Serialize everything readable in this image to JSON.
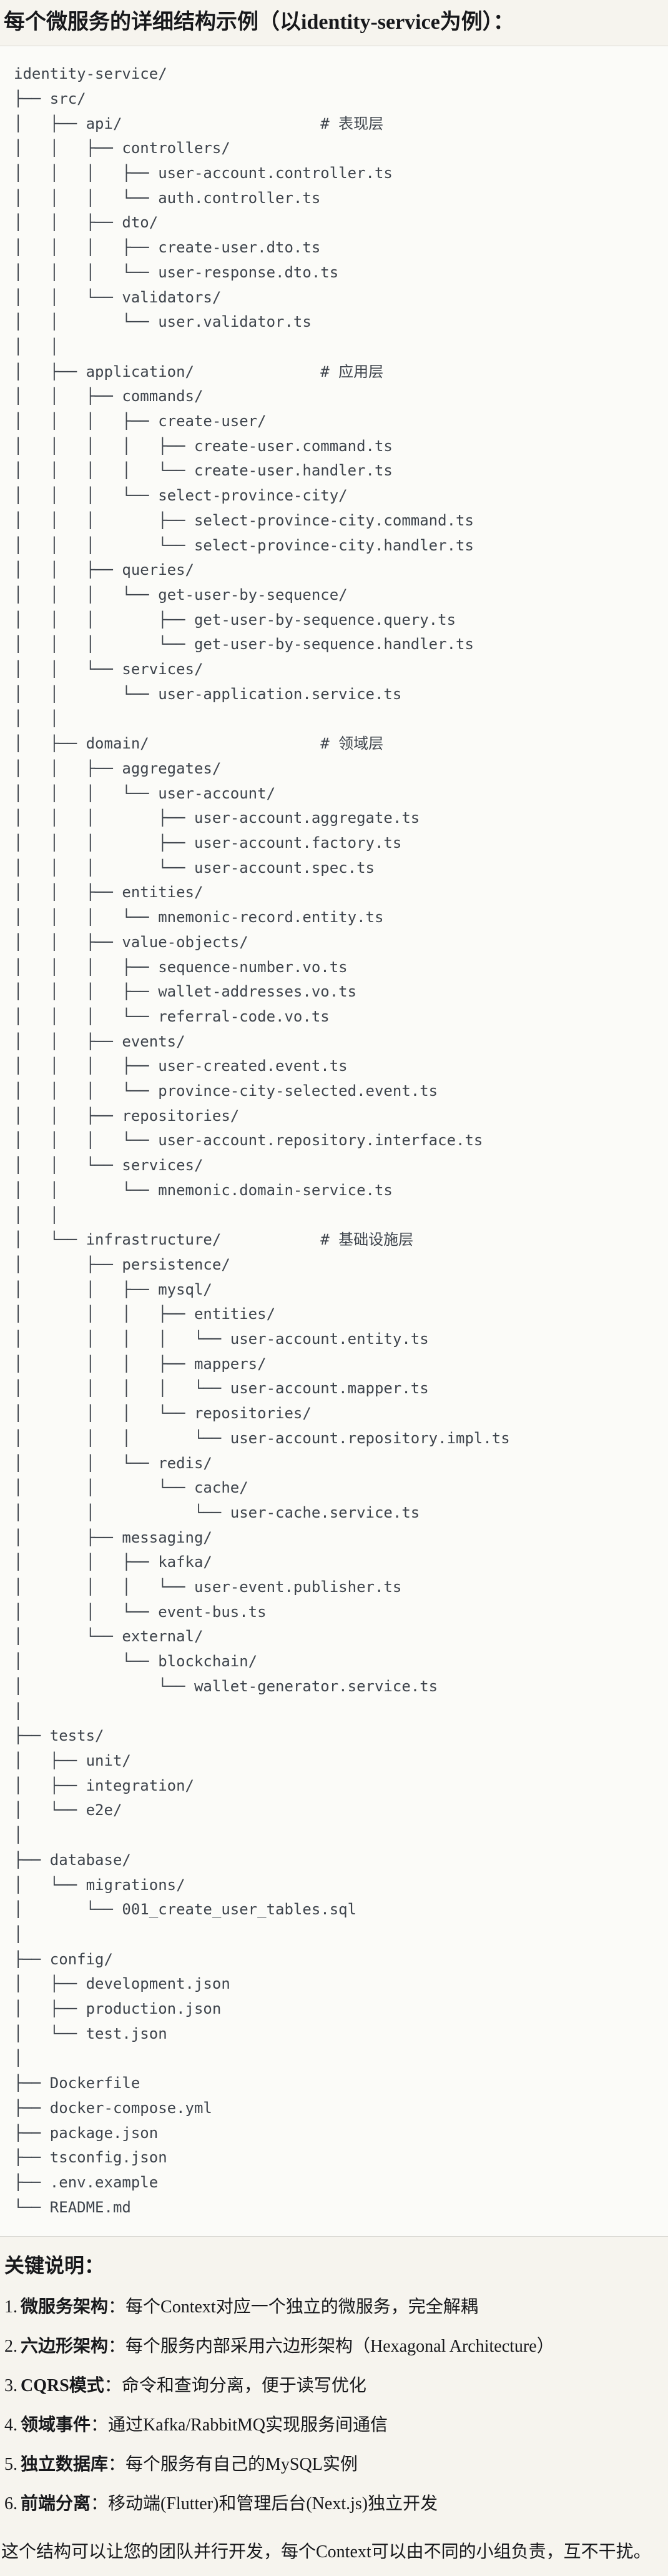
{
  "page": {
    "title": "每个微服务的详细结构示例（以identity-service为例）："
  },
  "colors": {
    "page_bg": "#f6f4ee",
    "code_bg": "#fbfbf8",
    "divider": "#d9d8d3",
    "tree_text": "#3e444c",
    "body_text": "#17181b"
  },
  "tree": {
    "lines": [
      "identity-service/",
      "├── src/",
      "│   ├── api/                      # 表现层",
      "│   │   ├── controllers/",
      "│   │   │   ├── user-account.controller.ts",
      "│   │   │   └── auth.controller.ts",
      "│   │   ├── dto/",
      "│   │   │   ├── create-user.dto.ts",
      "│   │   │   └── user-response.dto.ts",
      "│   │   └── validators/",
      "│   │       └── user.validator.ts",
      "│   │",
      "│   ├── application/              # 应用层",
      "│   │   ├── commands/",
      "│   │   │   ├── create-user/",
      "│   │   │   │   ├── create-user.command.ts",
      "│   │   │   │   └── create-user.handler.ts",
      "│   │   │   └── select-province-city/",
      "│   │   │       ├── select-province-city.command.ts",
      "│   │   │       └── select-province-city.handler.ts",
      "│   │   ├── queries/",
      "│   │   │   └── get-user-by-sequence/",
      "│   │   │       ├── get-user-by-sequence.query.ts",
      "│   │   │       └── get-user-by-sequence.handler.ts",
      "│   │   └── services/",
      "│   │       └── user-application.service.ts",
      "│   │",
      "│   ├── domain/                   # 领域层",
      "│   │   ├── aggregates/",
      "│   │   │   └── user-account/",
      "│   │   │       ├── user-account.aggregate.ts",
      "│   │   │       ├── user-account.factory.ts",
      "│   │   │       └── user-account.spec.ts",
      "│   │   ├── entities/",
      "│   │   │   └── mnemonic-record.entity.ts",
      "│   │   ├── value-objects/",
      "│   │   │   ├── sequence-number.vo.ts",
      "│   │   │   ├── wallet-addresses.vo.ts",
      "│   │   │   └── referral-code.vo.ts",
      "│   │   ├── events/",
      "│   │   │   ├── user-created.event.ts",
      "│   │   │   └── province-city-selected.event.ts",
      "│   │   ├── repositories/",
      "│   │   │   └── user-account.repository.interface.ts",
      "│   │   └── services/",
      "│   │       └── mnemonic.domain-service.ts",
      "│   │",
      "│   └── infrastructure/           # 基础设施层",
      "│       ├── persistence/",
      "│       │   ├── mysql/",
      "│       │   │   ├── entities/",
      "│       │   │   │   └── user-account.entity.ts",
      "│       │   │   ├── mappers/",
      "│       │   │   │   └── user-account.mapper.ts",
      "│       │   │   └── repositories/",
      "│       │   │       └── user-account.repository.impl.ts",
      "│       │   └── redis/",
      "│       │       └── cache/",
      "│       │           └── user-cache.service.ts",
      "│       ├── messaging/",
      "│       │   ├── kafka/",
      "│       │   │   └── user-event.publisher.ts",
      "│       │   └── event-bus.ts",
      "│       └── external/",
      "│           └── blockchain/",
      "│               └── wallet-generator.service.ts",
      "│",
      "├── tests/",
      "│   ├── unit/",
      "│   ├── integration/",
      "│   └── e2e/",
      "│",
      "├── database/",
      "│   └── migrations/",
      "│       └── 001_create_user_tables.sql",
      "│",
      "├── config/",
      "│   ├── development.json",
      "│   ├── production.json",
      "│   └── test.json",
      "│",
      "├── Dockerfile",
      "├── docker-compose.yml",
      "├── package.json",
      "├── tsconfig.json",
      "├── .env.example",
      "└── README.md"
    ]
  },
  "notes": {
    "heading": "关键说明：",
    "separator": "：",
    "items": [
      {
        "num": "1.",
        "term": "微服务架构",
        "desc": "每个Context对应一个独立的微服务，完全解耦"
      },
      {
        "num": "2.",
        "term": "六边形架构",
        "desc": "每个服务内部采用六边形架构（Hexagonal Architecture）"
      },
      {
        "num": "3.",
        "term": "CQRS模式",
        "desc": "命令和查询分离，便于读写优化"
      },
      {
        "num": "4.",
        "term": "领域事件",
        "desc": "通过Kafka/RabbitMQ实现服务间通信"
      },
      {
        "num": "5.",
        "term": "独立数据库",
        "desc": "每个服务有自己的MySQL实例"
      },
      {
        "num": "6.",
        "term": "前端分离",
        "desc": "移动端(Flutter)和管理后台(Next.js)独立开发"
      }
    ],
    "closing": "这个结构可以让您的团队并行开发，每个Context可以由不同的小组负责，互不干扰。"
  }
}
